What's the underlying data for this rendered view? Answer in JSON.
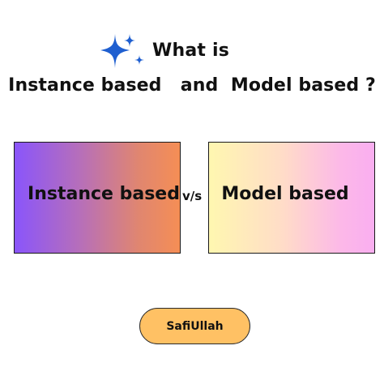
{
  "header": {
    "line1": "What is",
    "line2": "Instance based   and  Model based ?",
    "sparkle_icon": "sparkle-stars-icon",
    "sparkle_color": "#1f5fd0"
  },
  "comparison": {
    "left_label": "Instance based",
    "right_label": "Model based",
    "versus_label": "v/s",
    "left_gradient": [
      "#8a55fb",
      "#f58e55"
    ],
    "right_gradient": [
      "#fff7b0",
      "#f9aef0"
    ]
  },
  "author": {
    "name": "SafiUllah",
    "color": "#ffc164"
  }
}
